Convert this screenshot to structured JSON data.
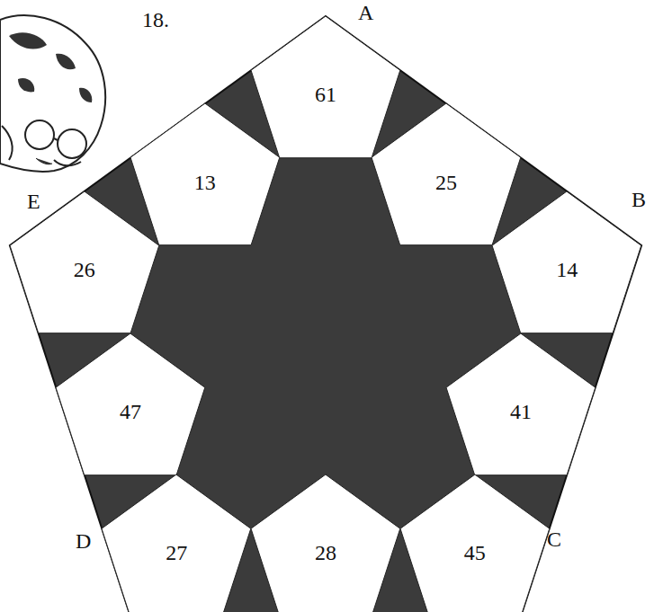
{
  "diagram": {
    "nodes": [
      {
        "text": [
          "61"
        ]
      },
      {
        "text": [
          "13"
        ]
      },
      {
        "text": [
          "25"
        ]
      },
      {
        "text": [
          "26"
        ]
      },
      {
        "text": [
          "14"
        ]
      },
      {
        "text": [
          "47"
        ]
      },
      {
        "text": [
          "41"
        ]
      },
      {
        "text": [
          "27"
        ]
      },
      {
        "text": [
          "28"
        ]
      },
      {
        "text": [
          "45"
        ]
      }
    ],
    "labels": [
      "18.",
      "A",
      "E",
      "B",
      "D",
      "C"
    ]
  }
}
